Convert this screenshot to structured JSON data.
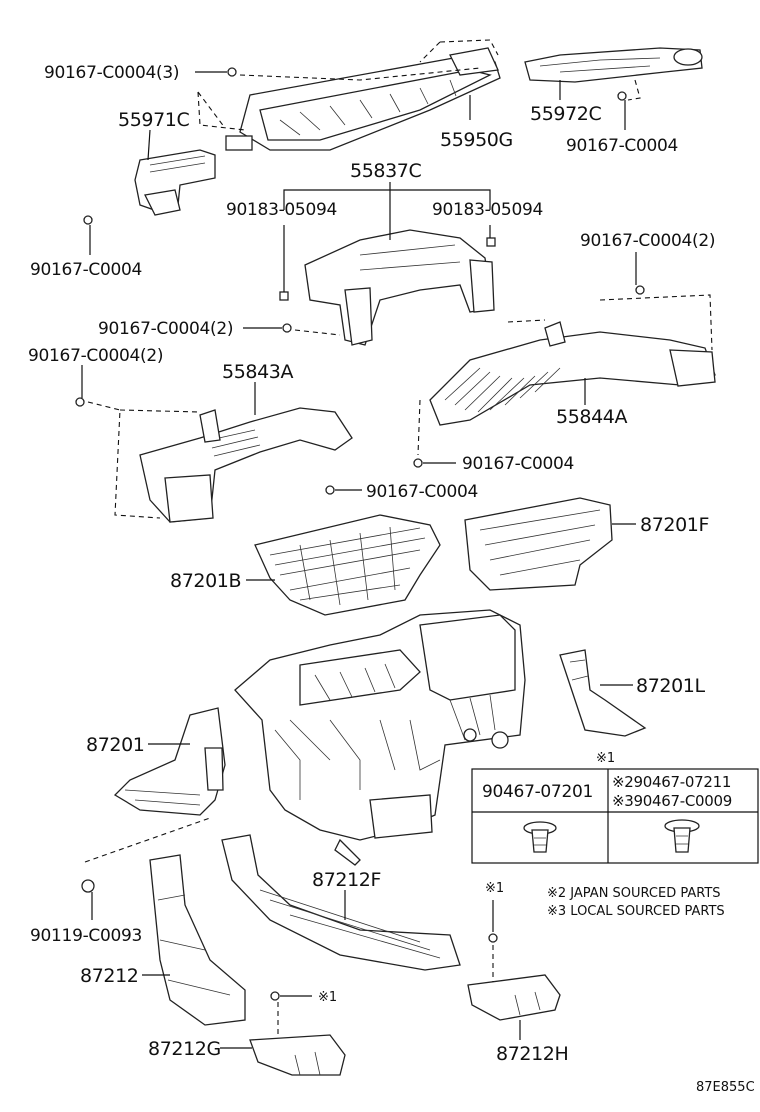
{
  "diagram": {
    "code": "87E855C",
    "labels": {
      "c0004_3": "90167-C0004(3)",
      "p55950g": "55950G",
      "p55971c": "55971C",
      "p55972c": "55972C",
      "c0004_a": "90167-C0004",
      "c0004_b": "90167-C0004",
      "p55837c": "55837C",
      "p05094_l": "90183-05094",
      "p05094_r": "90183-05094",
      "c0004_2a": "90167-C0004(2)",
      "c0004_2b": "90167-C0004(2)",
      "c0004_2c": "90167-C0004(2)",
      "p55843a": "55843A",
      "p55844a": "55844A",
      "c0004_c": "90167-C0004",
      "c0004_d": "90167-C0004",
      "p87201f": "87201F",
      "p87201b": "87201B",
      "p87201l": "87201L",
      "p87201": "87201",
      "c0093": "90119-C0093",
      "p87212f": "87212F",
      "p87212": "87212",
      "p87212g": "87212G",
      "p87212h": "87212H",
      "mark_g": "※1",
      "mark_h": "※1"
    },
    "table": {
      "note": "※1",
      "col1": "90467-07201",
      "col2_line1": "※290467-07211",
      "col2_line2": "※390467-C0009"
    },
    "notes": {
      "japan": "※2 JAPAN SOURCED PARTS",
      "local": "※3 LOCAL SOURCED PARTS"
    }
  }
}
